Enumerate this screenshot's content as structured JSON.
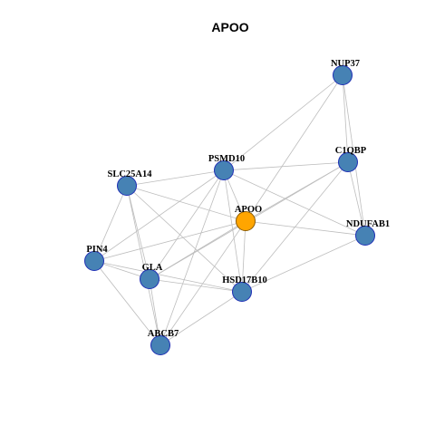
{
  "title": "APOO",
  "colors": {
    "node_fill": "#4682B4",
    "node_stroke": "#1F2FB5",
    "focus_fill": "#FFA500",
    "focus_stroke": "#8B5A00",
    "edge": "#BDBDBD"
  },
  "nodes": [
    {
      "id": "NUP37",
      "label": "NUP37",
      "focus": false
    },
    {
      "id": "C1QBP",
      "label": "C1QBP",
      "focus": false
    },
    {
      "id": "PSMD10",
      "label": "PSMD10",
      "focus": false
    },
    {
      "id": "SLC25A14",
      "label": "SLC25A14",
      "focus": false
    },
    {
      "id": "APOO",
      "label": "APOO",
      "focus": true
    },
    {
      "id": "NDUFAB1",
      "label": "NDUFAB1",
      "focus": false
    },
    {
      "id": "PIN4",
      "label": "PIN4",
      "focus": false
    },
    {
      "id": "GLA",
      "label": "GLA",
      "focus": false
    },
    {
      "id": "HSD17B10",
      "label": "HSD17B10",
      "focus": false
    },
    {
      "id": "ABCB7",
      "label": "ABCB7",
      "focus": false
    }
  ],
  "edges": [
    [
      "NUP37",
      "PSMD10"
    ],
    [
      "NUP37",
      "APOO"
    ],
    [
      "NUP37",
      "C1QBP"
    ],
    [
      "NUP37",
      "NDUFAB1"
    ],
    [
      "PSMD10",
      "C1QBP"
    ],
    [
      "PSMD10",
      "SLC25A14"
    ],
    [
      "PSMD10",
      "APOO"
    ],
    [
      "PSMD10",
      "NDUFAB1"
    ],
    [
      "PSMD10",
      "PIN4"
    ],
    [
      "PSMD10",
      "GLA"
    ],
    [
      "PSMD10",
      "HSD17B10"
    ],
    [
      "PSMD10",
      "ABCB7"
    ],
    [
      "C1QBP",
      "APOO"
    ],
    [
      "C1QBP",
      "NDUFAB1"
    ],
    [
      "C1QBP",
      "HSD17B10"
    ],
    [
      "C1QBP",
      "GLA"
    ],
    [
      "SLC25A14",
      "APOO"
    ],
    [
      "SLC25A14",
      "PIN4"
    ],
    [
      "SLC25A14",
      "GLA"
    ],
    [
      "SLC25A14",
      "HSD17B10"
    ],
    [
      "SLC25A14",
      "ABCB7"
    ],
    [
      "APOO",
      "NDUFAB1"
    ],
    [
      "APOO",
      "PIN4"
    ],
    [
      "APOO",
      "GLA"
    ],
    [
      "APOO",
      "HSD17B10"
    ],
    [
      "APOO",
      "ABCB7"
    ],
    [
      "NDUFAB1",
      "HSD17B10"
    ],
    [
      "PIN4",
      "GLA"
    ],
    [
      "PIN4",
      "HSD17B10"
    ],
    [
      "PIN4",
      "ABCB7"
    ],
    [
      "GLA",
      "HSD17B10"
    ],
    [
      "GLA",
      "ABCB7"
    ],
    [
      "HSD17B10",
      "ABCB7"
    ]
  ]
}
